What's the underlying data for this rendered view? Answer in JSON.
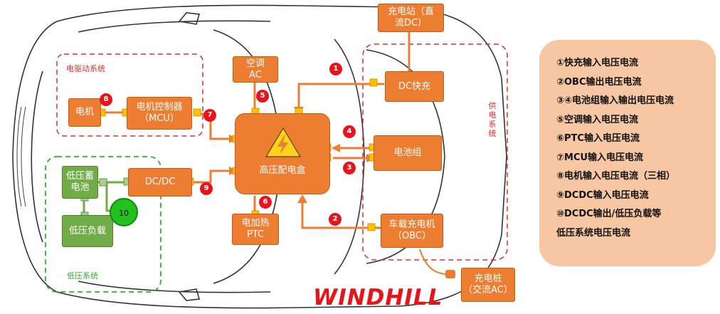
{
  "components": {
    "charging_station_dc": "充电站（直\n流DC）",
    "dc_fast_charge": "DC快充",
    "air_conditioner": "空调\nAC",
    "motor": "电机",
    "motor_controller": "电机控制器\n（MCU）",
    "hv_distribution_box": "高压配电盒",
    "battery_pack": "电池组",
    "lv_battery": "低压蓄\n电池",
    "lv_load": "低压负载",
    "dcdc": "DC/DC",
    "ptc_heater": "电加热\nPTC",
    "obc": "车载充电机\n（OBC）",
    "charging_pile_ac": "充电桩\n（交流AC）"
  },
  "system_labels": {
    "drive_system": "电驱动系统",
    "power_supply_system": "供\n电\n系\n统",
    "low_voltage_system": "低压系统"
  },
  "markers": [
    "1",
    "2",
    "3",
    "4",
    "5",
    "6",
    "7",
    "8",
    "9",
    "10"
  ],
  "legend": [
    "①快充输入电压电流",
    "②OBC输出电压电流",
    "③④电池组输入输出电压电流",
    "⑤空调输入电压电流",
    "⑥PTC输入电压电流",
    "⑦MCU输入电压电流",
    "⑧电机输入电压电流（三相）",
    "⑨DCDC输入电压电流",
    "⑩DCDC输出/低压负载等",
    "低压系统电压电流"
  ],
  "brand": "WINDHILL",
  "colors": {
    "component_orange": "#ed7d31",
    "low_voltage_green": "#70ad47",
    "marker_red": "#e8141b",
    "legend_bg": "#f7c7a3",
    "drive_border": "#e32d2d",
    "lv_border": "#2bb52b",
    "connector_yellow": "#ffc000"
  }
}
